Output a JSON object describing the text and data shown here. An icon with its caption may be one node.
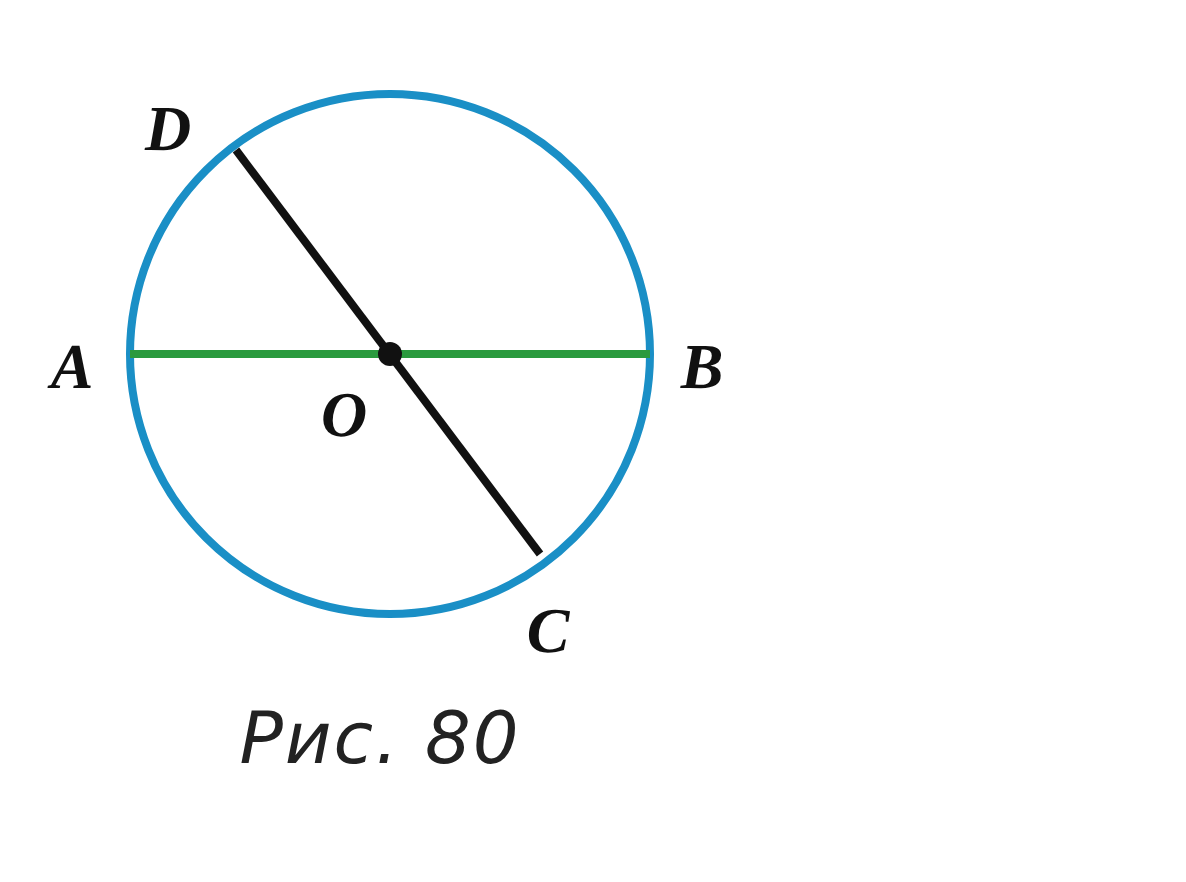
{
  "diagram": {
    "caption": "Рис. 80",
    "labels": [
      "D",
      "A",
      "B",
      "O",
      "C"
    ]
  }
}
